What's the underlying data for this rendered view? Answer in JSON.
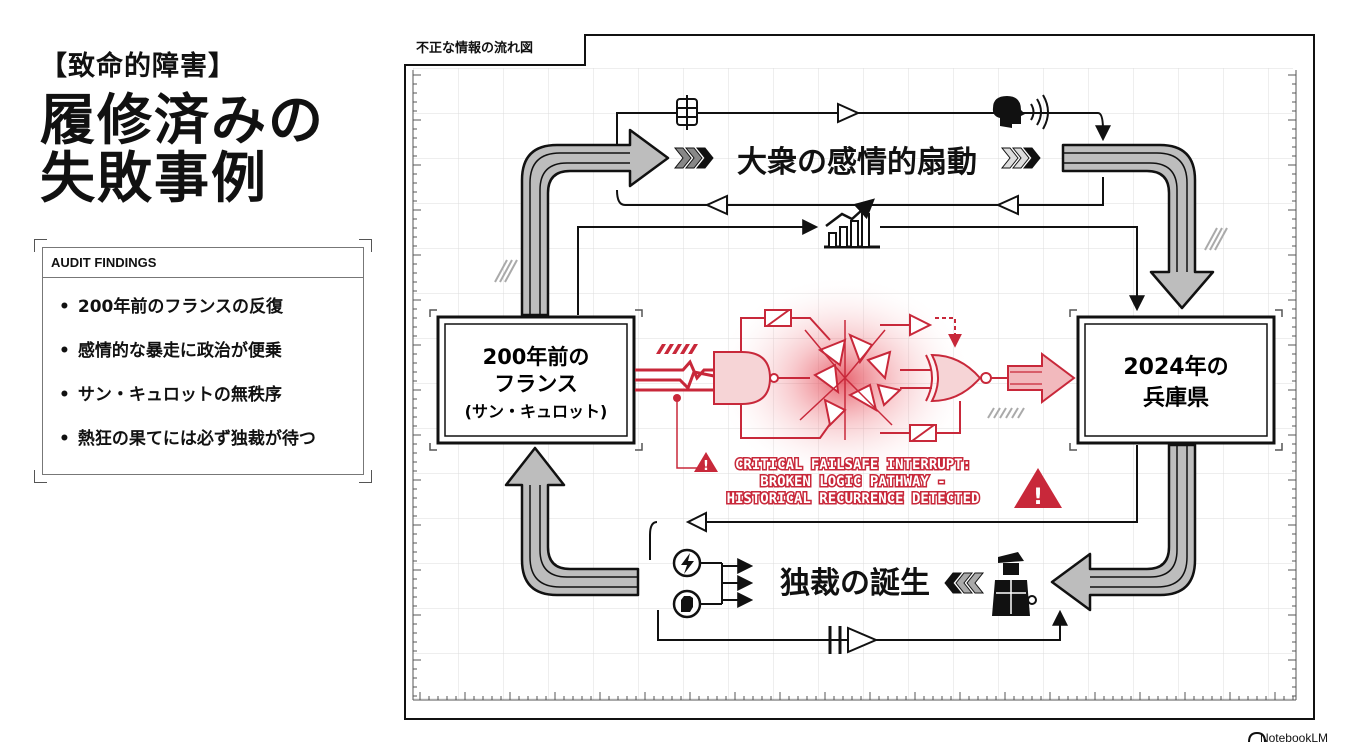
{
  "slide": {
    "eyebrow": "【致命的障害】",
    "title_line1": "履修済みの",
    "title_line2": "失敗事例"
  },
  "audit": {
    "header": "AUDIT FINDINGS",
    "items": [
      "200年前のフランスの反復",
      "感情的な暴走に政治が便乗",
      "サン・キュロットの無秩序",
      "熱狂の果てには必ず独裁が待つ"
    ]
  },
  "diagram": {
    "frame_title": "不正な情報の流れ図",
    "left_box": {
      "line1": "200年前の",
      "line2": "フランス",
      "line3": "(サン・キュロット)"
    },
    "right_box": {
      "line1": "2024年の",
      "line2": "兵庫県"
    },
    "top_label": "大衆の感情的扇動",
    "bottom_label": "独裁の誕生",
    "warning_lines": [
      "CRITICAL FAILSAFE INTERRUPT:",
      "BROKEN LOGIC PATHWAY -",
      "HISTORICAL RECURRENCE DETECTED"
    ],
    "icons": [
      "lantern-icon",
      "speaking-head-icon",
      "rising-bar-chart-icon",
      "lightning-icon",
      "raised-fist-icon",
      "dictator-figure-icon",
      "warning-triangle-icon"
    ],
    "accent_color": "#c8283a",
    "line_color": "#111111"
  },
  "footer": {
    "brand": "NotebookLM"
  }
}
